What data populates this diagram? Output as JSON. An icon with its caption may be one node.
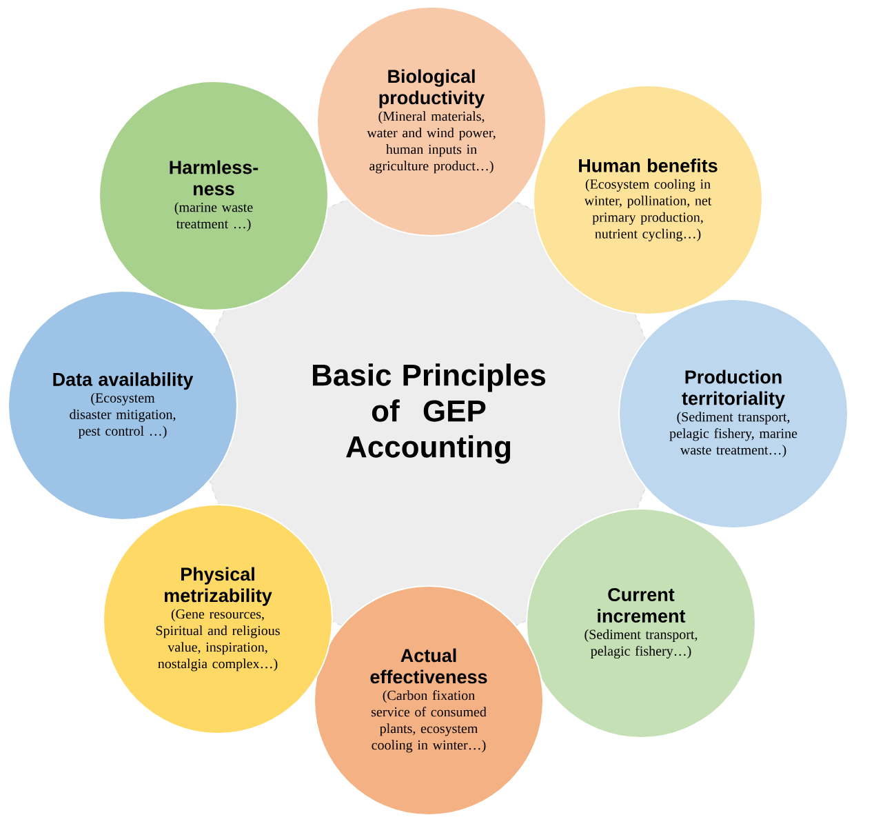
{
  "diagram": {
    "nodes": [
      {
        "text": [
          "Basic Principles of GEP Accounting"
        ]
      },
      {
        "text": [
          "Biological productivity",
          "(Mineral materials, water and wind power, human inputs in agriculture product…)"
        ]
      },
      {
        "text": [
          "Human benefits",
          "(Ecosystem cooling in winter, pollination, net primary production, nutrient cycling…)"
        ]
      },
      {
        "text": [
          "Production territoriality",
          "(Sediment transport, pelagic fishery, marine waste treatment…)"
        ]
      },
      {
        "text": [
          "Current increment",
          "(Sediment transport, pelagic fishery…)"
        ]
      },
      {
        "text": [
          "Actual effectiveness",
          "(Carbon fixation service of consumed plants, ecosystem cooling in winter…)"
        ]
      },
      {
        "text": [
          "Physical metrizability",
          "(Gene resources, Spiritual and religious value, inspiration, nostalgia complex…)"
        ]
      },
      {
        "text": [
          "Data availability",
          "(Ecosystem disaster mitigation, pest control …)"
        ]
      },
      {
        "text": [
          "Harmless-ness",
          "(marine waste treatment …)"
        ]
      }
    ]
  }
}
